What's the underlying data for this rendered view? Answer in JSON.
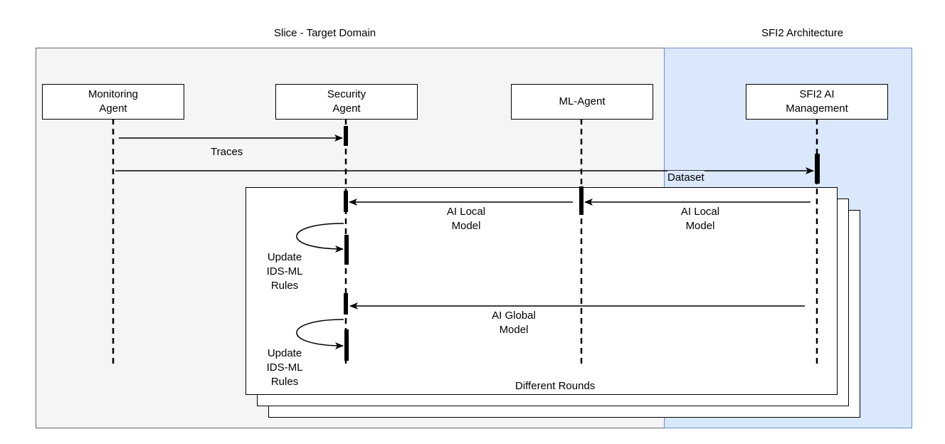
{
  "regions": {
    "target_domain_title": "Slice - Target Domain",
    "architecture_title": "SFI2 Architecture"
  },
  "actors": {
    "monitoring": "Monitoring\nAgent",
    "security": "Security\nAgent",
    "ml": "ML-Agent",
    "ai_management": "SFI2 AI\nManagement"
  },
  "messages": {
    "traces": "Traces",
    "dataset": "Dataset",
    "ai_local_model_1": "AI Local\nModel",
    "ai_local_model_2": "AI Local\nModel",
    "ai_global_model": "AI Global\nModel",
    "update_rules_1": "Update\nIDS-ML\nRules",
    "update_rules_2": "Update\nIDS-ML\nRules"
  },
  "loop": {
    "label": "Different Rounds"
  },
  "colors": {
    "target_domain_fill": "#f5f5f5",
    "target_domain_stroke": "#666666",
    "architecture_fill": "#dae8fc",
    "architecture_stroke": "#6c8ebf"
  }
}
